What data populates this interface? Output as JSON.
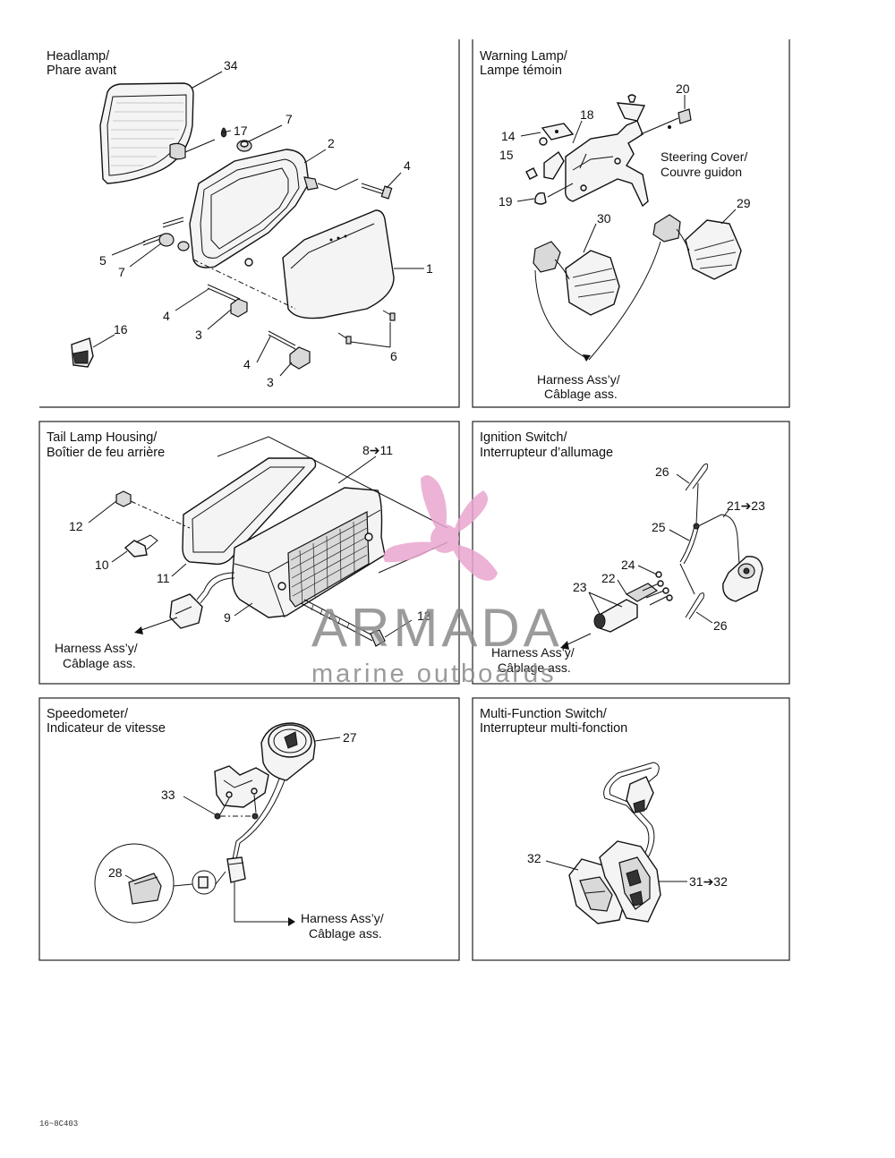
{
  "panels": {
    "headlamp": {
      "title_line1": "Headlamp/",
      "title_line2": "Phare avant",
      "callouts": [
        "34",
        "17",
        "7",
        "2",
        "4",
        "1",
        "5",
        "7",
        "4",
        "3",
        "6",
        "4",
        "3",
        "16"
      ]
    },
    "warning": {
      "title_line1": "Warning Lamp/",
      "title_line2": "Lampe témoin",
      "callouts": [
        "20",
        "18",
        "14",
        "15",
        "19",
        "30",
        "29"
      ],
      "note_line1": "Steering Cover/",
      "note_line2": "Couvre guidon",
      "harness_line1": "Harness Ass’y/",
      "harness_line2": "Câblage ass."
    },
    "tail": {
      "title_line1": "Tail Lamp Housing/",
      "title_line2": "Boîtier de feu arrière",
      "callouts": [
        "8➔11",
        "12",
        "10",
        "11",
        "9",
        "13"
      ],
      "harness_line1": "Harness Ass’y/",
      "harness_line2": "Câblage ass."
    },
    "ignition": {
      "title_line1": "Ignition Switch/",
      "title_line2": "Interrupteur d’allumage",
      "callouts": [
        "26",
        "21➔23",
        "25",
        "24",
        "22",
        "23",
        "26"
      ],
      "harness_line1": "Harness Ass’y/",
      "harness_line2": "Câblage ass."
    },
    "speedo": {
      "title_line1": "Speedometer/",
      "title_line2": "Indicateur de vitesse",
      "callouts": [
        "27",
        "33",
        "28"
      ],
      "harness_line1": "Harness Ass’y/",
      "harness_line2": "Câblage ass."
    },
    "multi": {
      "title_line1": "Multi-Function Switch/",
      "title_line2": "Interrupteur multi-fonction",
      "callouts": [
        "32",
        "31➔32"
      ]
    }
  },
  "watermark": {
    "brand": "ARMADA",
    "tagline": "marine outboards",
    "pink": "#e9a6cf"
  },
  "doc_code": "16~8C403"
}
